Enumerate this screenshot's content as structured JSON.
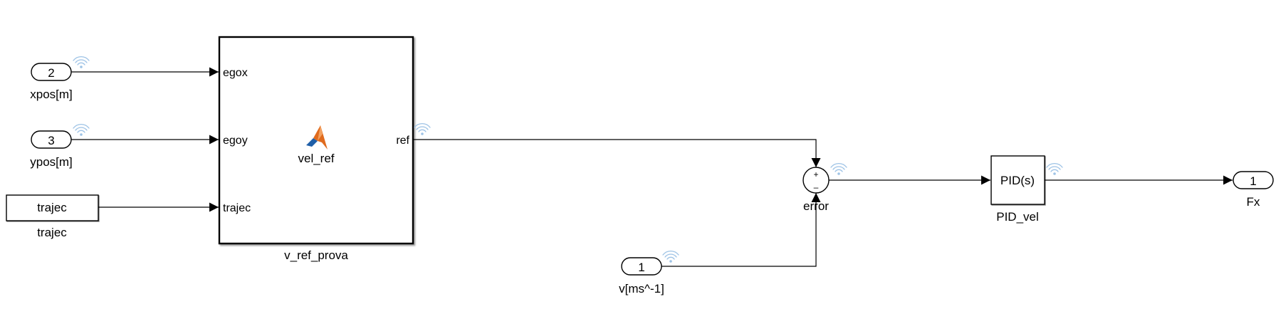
{
  "blocks": {
    "inport_xpos": {
      "number": "2",
      "label": "xpos[m]"
    },
    "inport_ypos": {
      "number": "3",
      "label": "ypos[m]"
    },
    "trajec_source": {
      "text": "trajec",
      "label": "trajec"
    },
    "subsystem": {
      "function_name": "vel_ref",
      "label": "v_ref_prova",
      "in_ports": [
        "egox",
        "egoy",
        "trajec"
      ],
      "out_port": "ref"
    },
    "sum": {
      "signs": [
        "+",
        "–"
      ],
      "label": "error"
    },
    "inport_v": {
      "number": "1",
      "label": "v[ms^-1]"
    },
    "pid": {
      "text": "PID(s)",
      "label": "PID_vel"
    },
    "outport_fx": {
      "number": "1",
      "label": "Fx"
    }
  },
  "icons": {
    "signal_logging": "wifi-signal-icon",
    "matlab": "matlab-logo-icon"
  },
  "colors": {
    "background": "#ffffff",
    "line": "#000000",
    "signal_badge": "#9ec3e6",
    "matlab_orange": "#e06b1e",
    "matlab_blue": "#1f5fa8"
  }
}
